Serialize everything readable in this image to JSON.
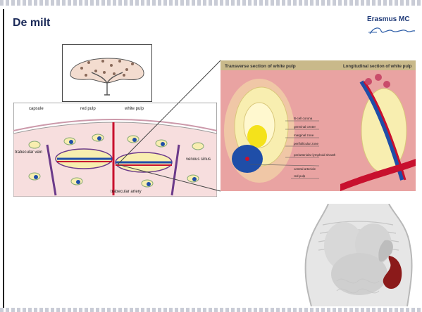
{
  "slide": {
    "title": "De milt",
    "brand": {
      "name": "Erasmus MC",
      "signature": "zafing"
    }
  },
  "figure": {
    "tissue_labels": {
      "capsule": "capsule",
      "red_pulp": "red pulp",
      "white_pulp": "white pulp",
      "trabecular_vein": "trabecular vein",
      "venous_sinus": "venous sinus",
      "trabecular_artery": "trabecular artery"
    },
    "panel_transverse_title": "Transverse section of white pulp",
    "panel_longitudinal_title": "Longitudinal section of white pulp",
    "section_labels": [
      "B-cell corona",
      "germinal center",
      "marginal zone",
      "perifollicular zone",
      "periarteriolar lymphoid sheath",
      "central arteriole",
      "red pulp"
    ]
  },
  "colors": {
    "title": "#1b2a59",
    "brand": "#1f3a78",
    "pink": "#e9a3a2",
    "cream": "#f8eeb0",
    "artery": "#c8102e",
    "vein": "#1f4ea8"
  }
}
